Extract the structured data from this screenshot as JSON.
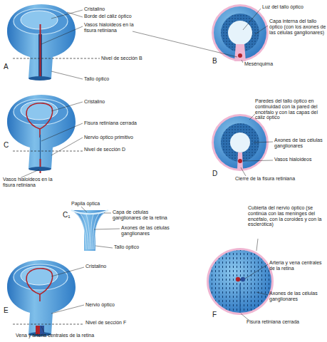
{
  "diagram": {
    "labels": [
      "Cristalino",
      "Borde del cáliz óptico",
      "Vasos hialoideos en la fisura retiniana",
      "Nivel de sección B",
      "Tallo óptico",
      "A",
      "Luz del tallo óptico",
      "Capa interna del tallo óptico (con los axones de las células ganglionares)",
      "Mesénquima",
      "B",
      "Cristalino",
      "Fisura retiniana cerrada",
      "Nervio óptico primitivo",
      "Nivel de sección D",
      "Vasos hialoideos en la fisura retiniana",
      "C",
      "Papila óptica",
      "Capa de células ganglionares de la retina",
      "Axones de las células ganglionares",
      "Tallo óptico",
      "C₁",
      "Paredes del tallo óptico en continuidad con la pared del encéfalo y con las capas del cáliz óptico",
      "Axones de las células ganglionares",
      "Vasos hialoideos",
      "Cierre de la fisura retiniana",
      "D",
      "Cristalino",
      "Nervio óptico",
      "Nivel de sección F",
      "Vena y arteria centrales de la retina",
      "E",
      "Cubierta del nervio óptico (se continúa con las meninges del encéfalo, con la coroides y con la esclerótica)",
      "Arteria y vena centrales de la retina",
      "Axones de las células ganglionares",
      "Fisura retiniana cerrada",
      "F"
    ]
  }
}
